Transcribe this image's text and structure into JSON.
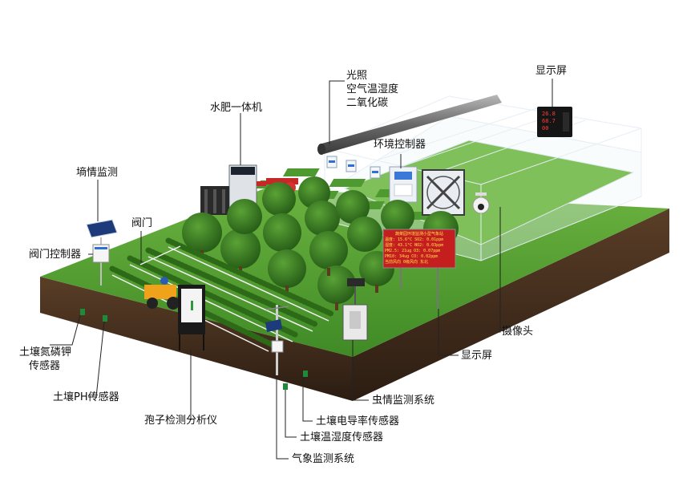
{
  "labels": {
    "light_air_co2": [
      "光照",
      "空气温湿度",
      "二氧化碳"
    ],
    "display_screen_top": "显示屏",
    "water_fertilizer": "水肥一体机",
    "env_controller": "环境控制器",
    "soil_moisture_monitor": "墒情监测",
    "valve": "阀门",
    "valve_controller": "阀门控制器",
    "soil_npk": [
      "土壤氮磷钾",
      "传感器"
    ],
    "soil_ph": "土壤PH传感器",
    "spore_analyzer": "孢子检测分析仪",
    "camera": "摄像头",
    "display_screen_bottom": "显示屏",
    "insect_monitor": "虫情监测系统",
    "soil_conductivity": "土壤电导率传感器",
    "soil_temp_humidity": "土壤温湿度传感器",
    "weather_monitor": "气象监测系统"
  },
  "info_board": {
    "title": "蔬菜园环境监测小型气象站",
    "rows": [
      "温度: 15.6°C  SO2: 0.01ppm",
      "湿度: 43.1°C  NO2: 0.03ppm",
      "PM2.5: 21ug  O3: 0.07ppm",
      "PM10: 34ug  CO: 0.02ppm",
      "当前风向 0级风向 东北"
    ]
  },
  "display_panel": {
    "values": [
      "26.8",
      "68.7",
      "00"
    ]
  },
  "colors": {
    "grass": "#4f9a2e",
    "grass_dark": "#2f6f1e",
    "soil": "#4a3322",
    "soil_dark": "#2e1f14",
    "tree": "#3c7a23",
    "board_bg": "#c41e1e",
    "board_text": "#ffe14a",
    "leader": "#222222"
  }
}
